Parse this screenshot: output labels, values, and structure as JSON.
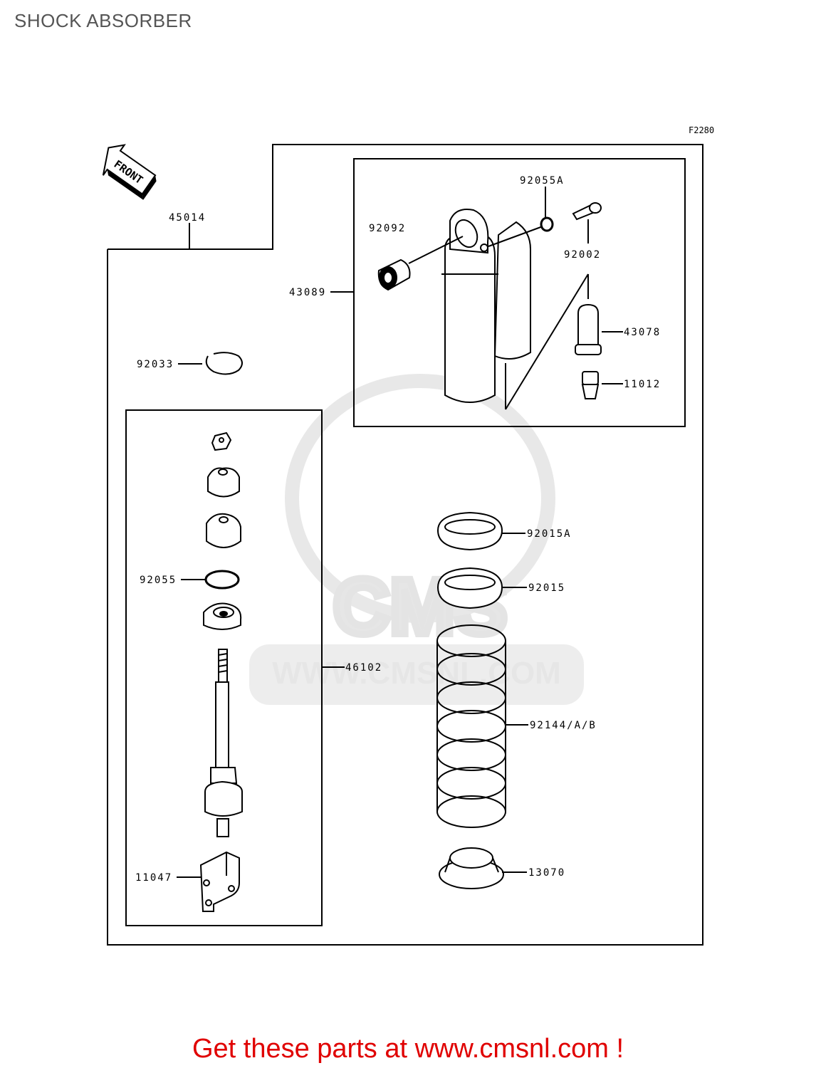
{
  "header": {
    "title": "SHOCK ABSORBER"
  },
  "figure": {
    "code": "F2280",
    "front_label": "FRONT"
  },
  "parts": {
    "assembly": "45014",
    "body_unit": "43089",
    "collar": "92092",
    "oring_a": "92055A",
    "bolt": "92002",
    "valve_cap": "43078",
    "valve": "11012",
    "circlip": "92033",
    "oring": "92055",
    "rod_assy": "46102",
    "clevis": "11047",
    "nut_a": "92015A",
    "nut": "92015",
    "spring": "92144/A/B",
    "spring_guide": "13070"
  },
  "watermark": {
    "text": "WWW.CMSNL.COM",
    "letters": "CMS"
  },
  "footer": {
    "text": "Get these parts at www.cmsnl.com !"
  }
}
